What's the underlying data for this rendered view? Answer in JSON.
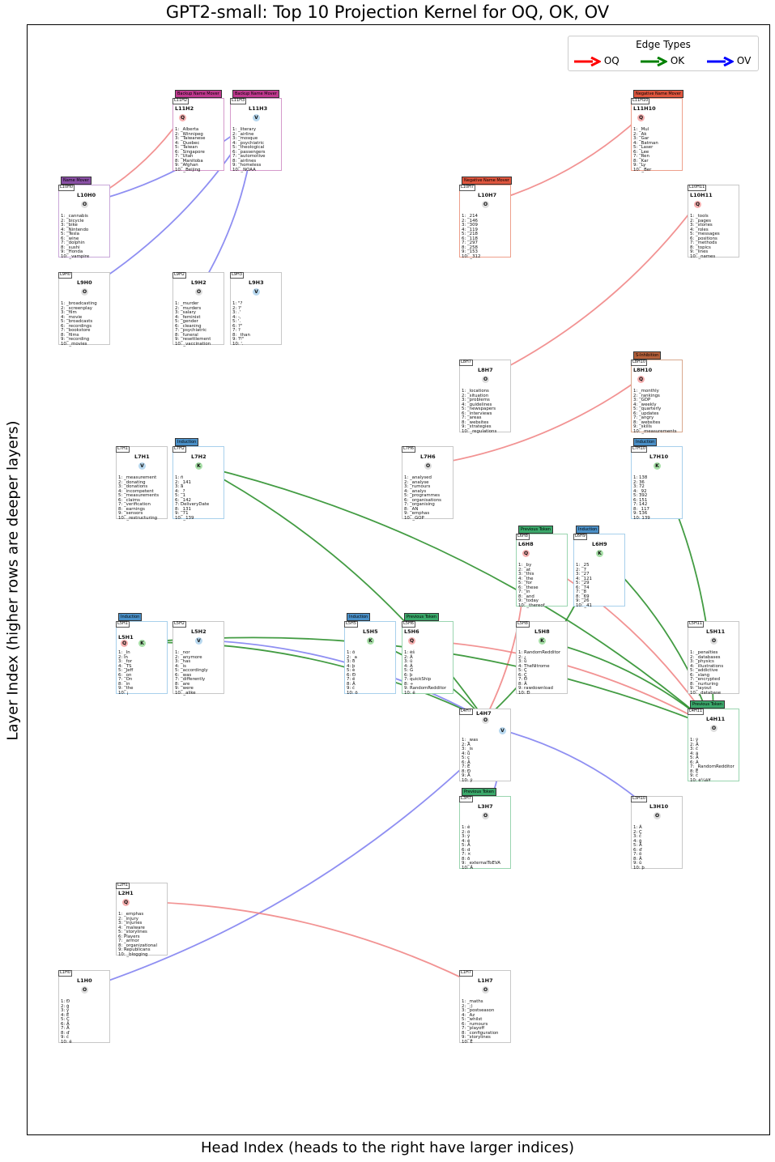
{
  "title": "GPT2-small: Top 10 Projection Kernel for OQ, OK, OV",
  "xlabel": "Head Index (heads to the right have larger indices)",
  "ylabel": "Layer Index (higher rows are deeper layers)",
  "legend": {
    "title": "Edge Types",
    "items": [
      {
        "label": "OQ",
        "color": "#ff0000"
      },
      {
        "label": "OK",
        "color": "#008000"
      },
      {
        "label": "OV",
        "color": "#0000ff"
      }
    ]
  },
  "colors": {
    "edge_oq": "#f08080",
    "edge_ok": "#228b22",
    "edge_ov": "#7b7bf0",
    "type_q": "#f6b0b0",
    "type_k": "#a8e0a8",
    "type_v": "#b8d8ef",
    "type_o": "#dddddd"
  },
  "nodes": [
    {
      "id": "L11H2",
      "label": "L11H2",
      "tag": "L11H2",
      "type": "Q",
      "role": "Backup Name Mover",
      "roleColor": "#c0398f",
      "border": "#d59acb",
      "tokens": [
        "1: _Alberta",
        "2: _Winnipeg",
        "3: _Taiwanese",
        "4: _Quebec",
        "5: _Taiwan",
        "6: _Singapore",
        "7: _Utah",
        "8: _Manitoba",
        "9: _Afghan",
        "10: _Beijing"
      ]
    },
    {
      "id": "L11H3",
      "label": "L11H3",
      "tag": "L11H3",
      "type": "V",
      "role": "Backup Name Mover",
      "roleColor": "#c0398f",
      "border": "#d59acb",
      "tokens": [
        "1: _literary",
        "2: _airline",
        "3: _mosque",
        "4: _psychiatric",
        "5: _theological",
        "6: _passengers",
        "7: _automotive",
        "8: _airlines",
        "9: _homeless",
        "10: _NOAA"
      ]
    },
    {
      "id": "L11H10",
      "label": "L11H10",
      "tag": "L11H10",
      "type": "Q",
      "role": "Negative Name Mover",
      "roleColor": "#e0553d",
      "border": "#eea08c",
      "tokens": [
        "1: _Mul",
        "2: _Ak",
        "3: _Gar",
        "4: _Batman",
        "5: _Laser",
        "6: _Lee",
        "7: _Ren",
        "8: _Kar",
        "9: _Ly",
        "10: _Ber"
      ]
    },
    {
      "id": "L10H0",
      "label": "L10H0",
      "tag": "L10H0",
      "type": "O",
      "role": "Name Mover",
      "roleColor": "#8a4fa6",
      "border": "#c9a8d9",
      "tokens": [
        "1: _cannabis",
        "2: _bicycle",
        "3: _bike",
        "4: _Nintendo",
        "5: _Tesla",
        "6: _wine",
        "7: _dolphin",
        "8: _sushi",
        "9: _Honda",
        "10: _vampire"
      ]
    },
    {
      "id": "L10H7",
      "label": "L10H7",
      "tag": "L10H7",
      "type": "O",
      "role": "Negative Name Mover",
      "roleColor": "#e0553d",
      "border": "#eea08c",
      "tokens": [
        "1: _214",
        "2: _146",
        "3: _309",
        "4: _119",
        "5: _218",
        "6: _118",
        "7: _297",
        "8: _258",
        "9: _153",
        "10: _312"
      ]
    },
    {
      "id": "L10H11",
      "label": "L10H11",
      "tag": "L10H11",
      "type": "Q",
      "role": "",
      "roleColor": "",
      "border": "#c8c8c8",
      "tokens": [
        "1: _tools",
        "2: _pages",
        "3: _stories",
        "4: _roles",
        "5: _messages",
        "6: _positions",
        "7: _methods",
        "8: _topics",
        "9: _lines",
        "10: _names"
      ]
    },
    {
      "id": "L9H0",
      "label": "L9H0",
      "tag": "L9H0",
      "type": "O",
      "role": "",
      "roleColor": "",
      "border": "#c8c8c8",
      "tokens": [
        "1: _broadcasting",
        "2: _screenplay",
        "3: _film",
        "4: _movie",
        "5: _broadcasts",
        "6: _recordings",
        "7: _bookstore",
        "8: _films",
        "9: _recording",
        "10: _movies"
      ]
    },
    {
      "id": "L9H2",
      "label": "L9H2",
      "tag": "L9H2",
      "type": "O",
      "role": "",
      "roleColor": "",
      "border": "#c8c8c8",
      "tokens": [
        "1: _murder",
        "2: _murders",
        "3: _salary",
        "4: _feminist",
        "5: _gender",
        "6: _cleaning",
        "7: _psychiatric",
        "8: _funeral",
        "9: _resettlement",
        "10: _vaccination"
      ]
    },
    {
      "id": "L9H3",
      "label": "L9H3",
      "tag": "L9H3",
      "type": "V",
      "role": "",
      "roleColor": "",
      "border": "#c8c8c8",
      "tokens": [
        "1: \"?",
        "2: ?'",
        "3: .'",
        "4: -,",
        "5: '.",
        "6: ?\"",
        "7: ?",
        "8: _than",
        "9: ?!\"",
        "10: '."
      ]
    },
    {
      "id": "L8H7",
      "label": "L8H7",
      "tag": "L8H7",
      "type": "O",
      "role": "",
      "roleColor": "",
      "border": "#c8c8c8",
      "tokens": [
        "1: _locations",
        "2: _situation",
        "3: _problems",
        "4: _guidelines",
        "5: _newspapers",
        "6: _interviews",
        "7: _areas",
        "8: _websites",
        "9: _strategies",
        "10: _regulations"
      ]
    },
    {
      "id": "L8H10",
      "label": "L8H10",
      "tag": "L8H10",
      "type": "Q",
      "role": "S-Inhibition",
      "roleColor": "#b5603a",
      "border": "#d9a98e",
      "tokens": [
        "1: _monthly",
        "2: _rankings",
        "3: _GDP",
        "4: _weekly",
        "5: _quarterly",
        "6: _updates",
        "7: _angry",
        "8: _websites",
        "9: _skills",
        "10: _measurements"
      ]
    },
    {
      "id": "L7H1",
      "label": "L7H1",
      "tag": "L7H1",
      "type": "V",
      "role": "",
      "roleColor": "",
      "border": "#c8c8c8",
      "tokens": [
        "1: _measurement",
        "2: _donating",
        "3: _donations",
        "4: _incompetent",
        "5: _measurements",
        "6: _claims",
        "7: _verification",
        "8: _earnings",
        "9: _sensors",
        "10: _restructuring"
      ]
    },
    {
      "id": "L7H2",
      "label": "L7H2",
      "tag": "L7H2",
      "type": "K",
      "role": "Induction",
      "roleColor": "#4a90c8",
      "border": "#a8d0ec",
      "tokens": [
        "1: ñ",
        "2: _141",
        "3: â",
        "4: _?",
        "5: _1",
        "6: _142",
        "7: DeliveryDate",
        "8: _131",
        "9: _71",
        "10: _139"
      ]
    },
    {
      "id": "L7H6",
      "label": "L7H6",
      "tag": "L7H6",
      "type": "O",
      "role": "",
      "roleColor": "",
      "border": "#c8c8c8",
      "tokens": [
        "1: _analysed",
        "2: _analyse",
        "3: _rumours",
        "4: _analys",
        "5: _programmes",
        "6: _organisations",
        "7: _organising",
        "8: _AN",
        "9: _emphas",
        "10: _GOP"
      ]
    },
    {
      "id": "L7H10",
      "label": "L7H10",
      "tag": "L7H10",
      "type": "K",
      "role": "Induction",
      "roleColor": "#4a90c8",
      "border": "#a8d0ec",
      "tokens": [
        "1: 138",
        "2: 36",
        "3: 72",
        "4: _92",
        "5: 392",
        "6: 151",
        "7: 142",
        "8: _117",
        "9: 136",
        "10: 139"
      ]
    },
    {
      "id": "L6H8",
      "label": "L6H8",
      "tag": "L6H8",
      "type": "Q",
      "role": "Previous Token",
      "roleColor": "#3aa86a",
      "border": "#9ad5b0",
      "tokens": [
        "1: _by",
        "2: _at",
        "3: _this",
        "4: _the",
        "5: _for",
        "6: _these",
        "7: _in",
        "8: _and",
        "9: _today",
        "10: _thereof"
      ]
    },
    {
      "id": "L6H9",
      "label": "L6H9",
      "tag": "L6H9",
      "type": "K",
      "role": "Induction",
      "roleColor": "#4a90c8",
      "border": "#a8d0ec",
      "tokens": [
        "1: _25",
        "2: _7",
        "3: _27",
        "4: _121",
        "5: _29",
        "6: _74",
        "7: _8",
        "8: _69",
        "9: _26",
        "10: _41"
      ]
    },
    {
      "id": "L5H1",
      "label": "L5H1",
      "tag": "L5H1",
      "type": "QK",
      "role": "Induction",
      "roleColor": "#4a90c8",
      "border": "#a8d0ec",
      "tokens": [
        "1: _In",
        "2: In",
        "3: _for",
        "4: _TS",
        "5: _Jeff",
        "6: _on",
        "7: _On",
        "8: _in",
        "9: _the",
        "10: ¡"
      ]
    },
    {
      "id": "L5H2",
      "label": "L5H2",
      "tag": "L5H2",
      "type": "V",
      "role": "",
      "roleColor": "",
      "border": "#c8c8c8",
      "tokens": [
        "1: _nor",
        "2: _anymore",
        "3: _has",
        "4: _is",
        "5: _accordingly",
        "6: _was",
        "7: _differently",
        "8: _are",
        "9: _were",
        "10: _alike"
      ]
    },
    {
      "id": "L5H5",
      "label": "L5H5",
      "tag": "L5H5",
      "type": "K",
      "role": "Induction",
      "roleColor": "#4a90c8",
      "border": "#a8d0ec",
      "tokens": [
        "1: õ",
        "2: _a",
        "3: ð",
        "4: þ",
        "5: è",
        "6: Ð",
        "7: ë",
        "8: Â",
        "9: č",
        "10: ö"
      ]
    },
    {
      "id": "L5H6",
      "label": "L5H6",
      "tag": "L5H6",
      "type": "Q",
      "role": "Previous Token",
      "roleColor": "#3aa86a",
      "border": "#9ad5b0",
      "tokens": [
        "1: ėš",
        "2: Â",
        "3: û",
        "4: Ã",
        "5: Ġ",
        "6: þ",
        "7: quickShip",
        "8: ÷",
        "9: RandomRedditor",
        "10: ê"
      ]
    },
    {
      "id": "L5H8",
      "label": "L5H8",
      "tag": "L5H8",
      "type": "K",
      "role": "",
      "roleColor": "",
      "border": "#c8c8c8",
      "tokens": [
        "1: RandomRedditor",
        "2: ¿",
        "3: û",
        "4: TheNitrome",
        "5: Ç",
        "6: Ç",
        "7: Ð",
        "8: Â",
        "9: rawdownload",
        "10: Ð"
      ]
    },
    {
      "id": "L5H11",
      "label": "L5H11",
      "tag": "L5H11",
      "type": "O",
      "role": "",
      "roleColor": "",
      "border": "#c8c8c8",
      "tokens": [
        "1: _penalties",
        "2: _databases",
        "3: _physics",
        "4: _illustrations",
        "5: _addictive",
        "6: _slang",
        "7: _encrypted",
        "8: _nurturing",
        "9: _layout",
        "10: _database"
      ]
    },
    {
      "id": "L4H7",
      "label": "L4H7",
      "tag": "L4H7",
      "type": "OV",
      "role": "",
      "roleColor": "",
      "border": "#c8c8c8",
      "tokens": [
        "1: _was",
        "2: Â",
        "3: _is",
        "4: û",
        "5: ç",
        "6: Ã",
        "7: Ê",
        "8: Ð",
        "9: Â",
        "10: ÿ"
      ]
    },
    {
      "id": "L4H11",
      "label": "L4H11",
      "tag": "L4H11",
      "type": "O",
      "role": "Previous Token",
      "roleColor": "#3aa86a",
      "border": "#9ad5b0",
      "tokens": [
        "1: ÿ",
        "2: Â",
        "3: č",
        "4: ä",
        "5: Â",
        "6: Ã",
        "7: _RandomRedditor",
        "8: Ë",
        "9: ĉ",
        "10: ė¼ā¥"
      ]
    },
    {
      "id": "L3H7",
      "label": "L3H7",
      "tag": "L3H7",
      "type": "O",
      "role": "Previous Token",
      "roleColor": "#3aa86a",
      "border": "#9ad5b0",
      "tokens": [
        "1: ê",
        "2: ö",
        "3: ÿ",
        "4: ê",
        "5: Â",
        "6: d",
        "7: ×",
        "8: ð",
        "9: _externalToEVA",
        "10: Â"
      ]
    },
    {
      "id": "L3H10",
      "label": "L3H10",
      "tag": "L3H10",
      "type": "O",
      "role": "",
      "roleColor": "",
      "border": "#c8c8c8",
      "tokens": [
        "1: Ã",
        "2: Ç",
        "3: č",
        "4: ġ",
        "5: Â",
        "6: ď",
        "7: ö",
        "8: Â",
        "9: û",
        "10: þ"
      ]
    },
    {
      "id": "L2H1",
      "label": "L2H1",
      "tag": "L2H1",
      "type": "Q",
      "role": "",
      "roleColor": "",
      "border": "#c8c8c8",
      "tokens": [
        "1: _emphas",
        "2: _injury",
        "3: _injuries",
        "4: _malware",
        "5: _storylines",
        "6: Players",
        "7: _armor",
        "8: _organizational",
        "9: Republicans",
        "10: _blogging"
      ]
    },
    {
      "id": "L1H0",
      "label": "L1H0",
      "tag": "L1H0",
      "type": "O",
      "role": "",
      "roleColor": "",
      "border": "#c8c8c8",
      "tokens": [
        "1: Ð",
        "2: ġ",
        "3: ÿ",
        "4: Ê",
        "5: Ç",
        "6: Â",
        "7: Å",
        "8: ď",
        "9: č",
        "10: ê"
      ]
    },
    {
      "id": "L1H7",
      "label": "L1H7",
      "tag": "L1H7",
      "type": "O",
      "role": "",
      "roleColor": "",
      "border": "#c8c8c8",
      "tokens": [
        "1: _maths",
        "2: _;)",
        "3: _postseason",
        "4: _Az",
        "5: _whilst",
        "6: _rumours",
        "7: _playoff",
        "8: _configuration",
        "9: _storylines",
        "10: Ë"
      ]
    }
  ],
  "edges": [
    {
      "from": "L10H0",
      "to": "L11H2",
      "type": "OQ"
    },
    {
      "from": "L10H0",
      "to": "L11H3",
      "type": "OV"
    },
    {
      "from": "L9H0",
      "to": "L11H3",
      "type": "OV"
    },
    {
      "from": "L9H2",
      "to": "L11H3",
      "type": "OV"
    },
    {
      "from": "L10H7",
      "to": "L11H10",
      "type": "OQ"
    },
    {
      "from": "L8H7",
      "to": "L10H11",
      "type": "OQ"
    },
    {
      "from": "L8H10",
      "to": "L9H3",
      "type": "OV"
    },
    {
      "from": "L7H1",
      "to": "L9H3",
      "type": "OV"
    },
    {
      "from": "L7H6",
      "to": "L8H10",
      "type": "OQ"
    },
    {
      "from": "L5H11",
      "to": "L7H2",
      "type": "OV"
    },
    {
      "from": "L4H7",
      "to": "L7H2",
      "type": "OK"
    },
    {
      "from": "L4H11",
      "to": "L7H2",
      "type": "OK"
    },
    {
      "from": "L4H11",
      "to": "L7H10",
      "type": "OK"
    },
    {
      "from": "L4H11",
      "to": "L6H8",
      "type": "OQ"
    },
    {
      "from": "L4H11",
      "to": "L6H9",
      "type": "OK"
    },
    {
      "from": "L4H7",
      "to": "L6H8",
      "type": "OQ"
    },
    {
      "from": "L4H7",
      "to": "L6H9",
      "type": "OK"
    },
    {
      "from": "L4H7",
      "to": "L5H1",
      "type": "OK"
    },
    {
      "from": "L4H7",
      "to": "L5H2",
      "type": "OV"
    },
    {
      "from": "L4H7",
      "to": "L5H5",
      "type": "OK"
    },
    {
      "from": "L4H7",
      "to": "L5H6",
      "type": "OK"
    },
    {
      "from": "L4H11",
      "to": "L5H1",
      "type": "OK"
    },
    {
      "from": "L4H11",
      "to": "L5H6",
      "type": "OQ"
    },
    {
      "from": "L4H11",
      "to": "L5H8",
      "type": "OK"
    },
    {
      "from": "L3H7",
      "to": "L4H7",
      "type": "OV"
    },
    {
      "from": "L3H10",
      "to": "L4H7",
      "type": "OV"
    },
    {
      "from": "L1H0",
      "to": "L4H7",
      "type": "OV"
    },
    {
      "from": "L1H7",
      "to": "L2H1",
      "type": "OQ"
    }
  ]
}
